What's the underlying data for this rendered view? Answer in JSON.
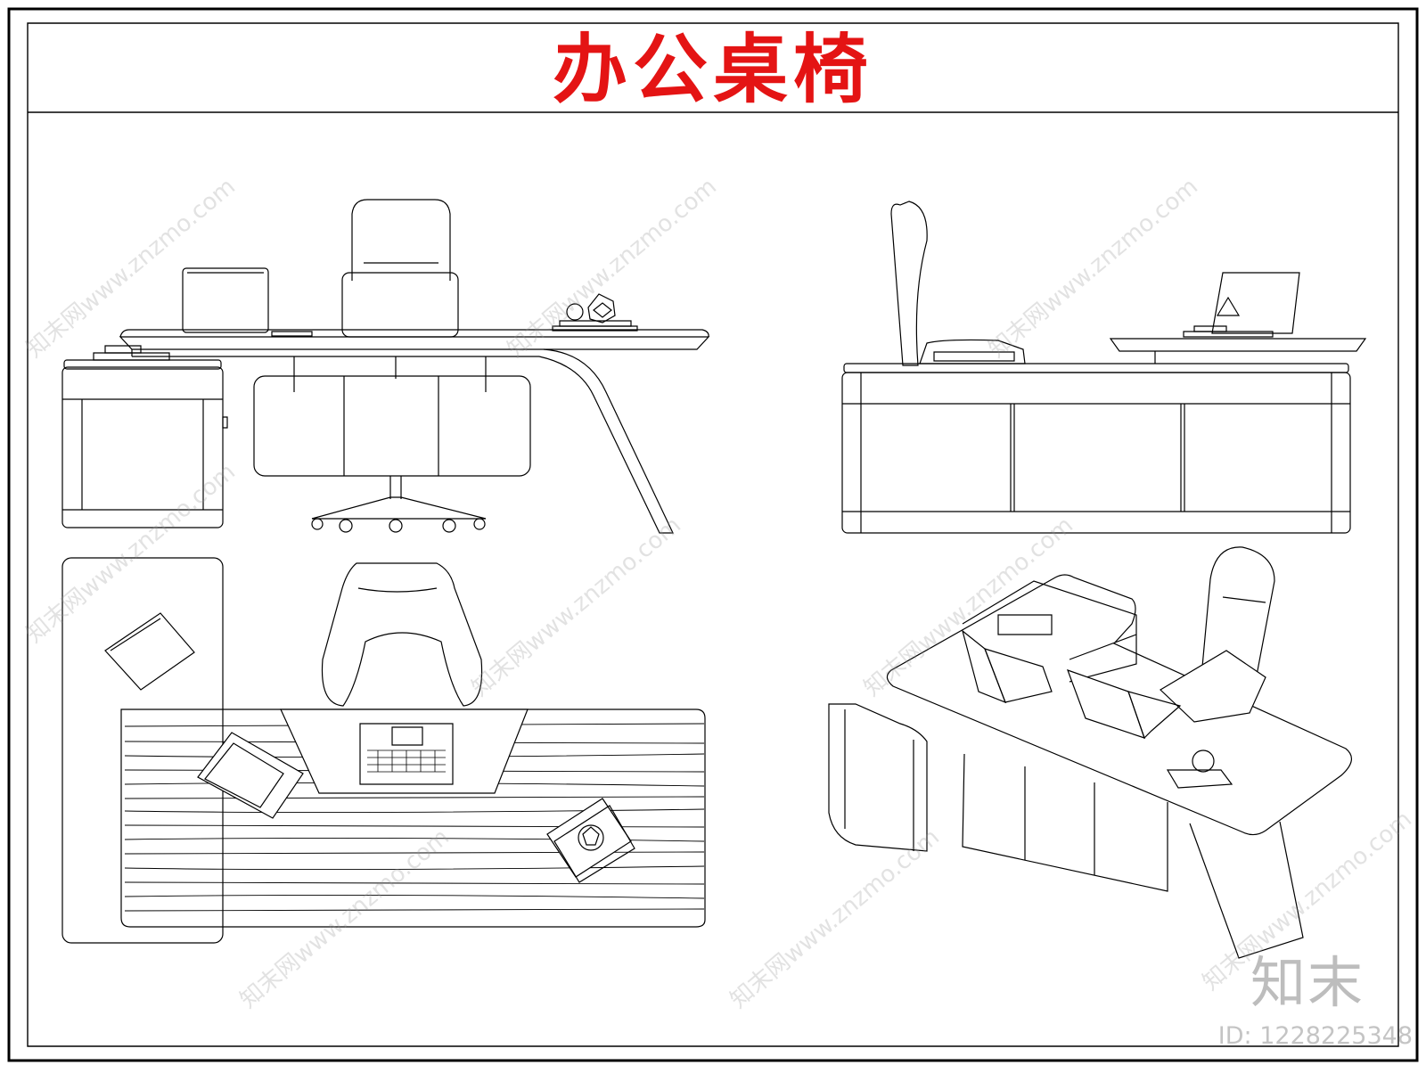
{
  "title": "办公桌椅",
  "watermark_text": "知末网www.znzmo.com",
  "logo_text": "知末",
  "id_label": "ID: 1228225348",
  "colors": {
    "title": "#e41414",
    "lines": "#000000",
    "watermark": "#9a9a9a"
  }
}
